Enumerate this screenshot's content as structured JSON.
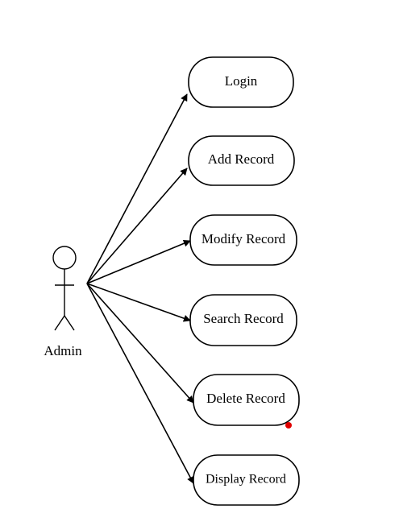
{
  "diagram": {
    "actor": {
      "label": "Admin"
    },
    "use_cases": [
      {
        "id": "login",
        "label": "Login"
      },
      {
        "id": "add-record",
        "label": "Add Record"
      },
      {
        "id": "modify-record",
        "label": "Modify Record"
      },
      {
        "id": "search-record",
        "label": "Search Record"
      },
      {
        "id": "delete-record",
        "label": "Delete Record"
      },
      {
        "id": "display-record",
        "label": "Display Record"
      }
    ],
    "colors": {
      "stroke": "#000000",
      "background": "#ffffff",
      "marker_dot": "#e00000"
    }
  }
}
